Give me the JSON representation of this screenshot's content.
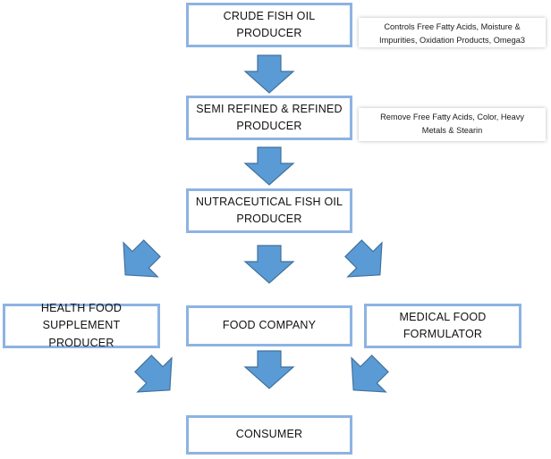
{
  "nodes": {
    "crude": {
      "line1": "CRUDE FISH OIL",
      "line2": "PRODUCER"
    },
    "refined": {
      "line1": "SEMI REFINED & REFINED",
      "line2": "PRODUCER"
    },
    "nutra": {
      "line1": "NUTRACEUTICAL FISH OIL",
      "line2": "PRODUCER"
    },
    "health": {
      "line1": "HEALTH FOOD",
      "line2": "SUPPLEMENT PRODUCER"
    },
    "food": {
      "line1": "FOOD COMPANY"
    },
    "medical": {
      "line1": "MEDICAL FOOD",
      "line2": "FORMULATOR"
    },
    "consumer": {
      "line1": "CONSUMER"
    }
  },
  "notes": {
    "crude": {
      "line1": "Controls Free Fatty Acids, Moisture &",
      "line2": "Impurities, Oxidation Products, Omega3"
    },
    "refined": {
      "line1": "Remove Free Fatty Acids, Color, Heavy",
      "line2": "Metals & Stearin"
    }
  },
  "colors": {
    "box_border": "#8db3e2",
    "arrow_fill": "#5b9bd5",
    "arrow_stroke": "#41719c"
  }
}
